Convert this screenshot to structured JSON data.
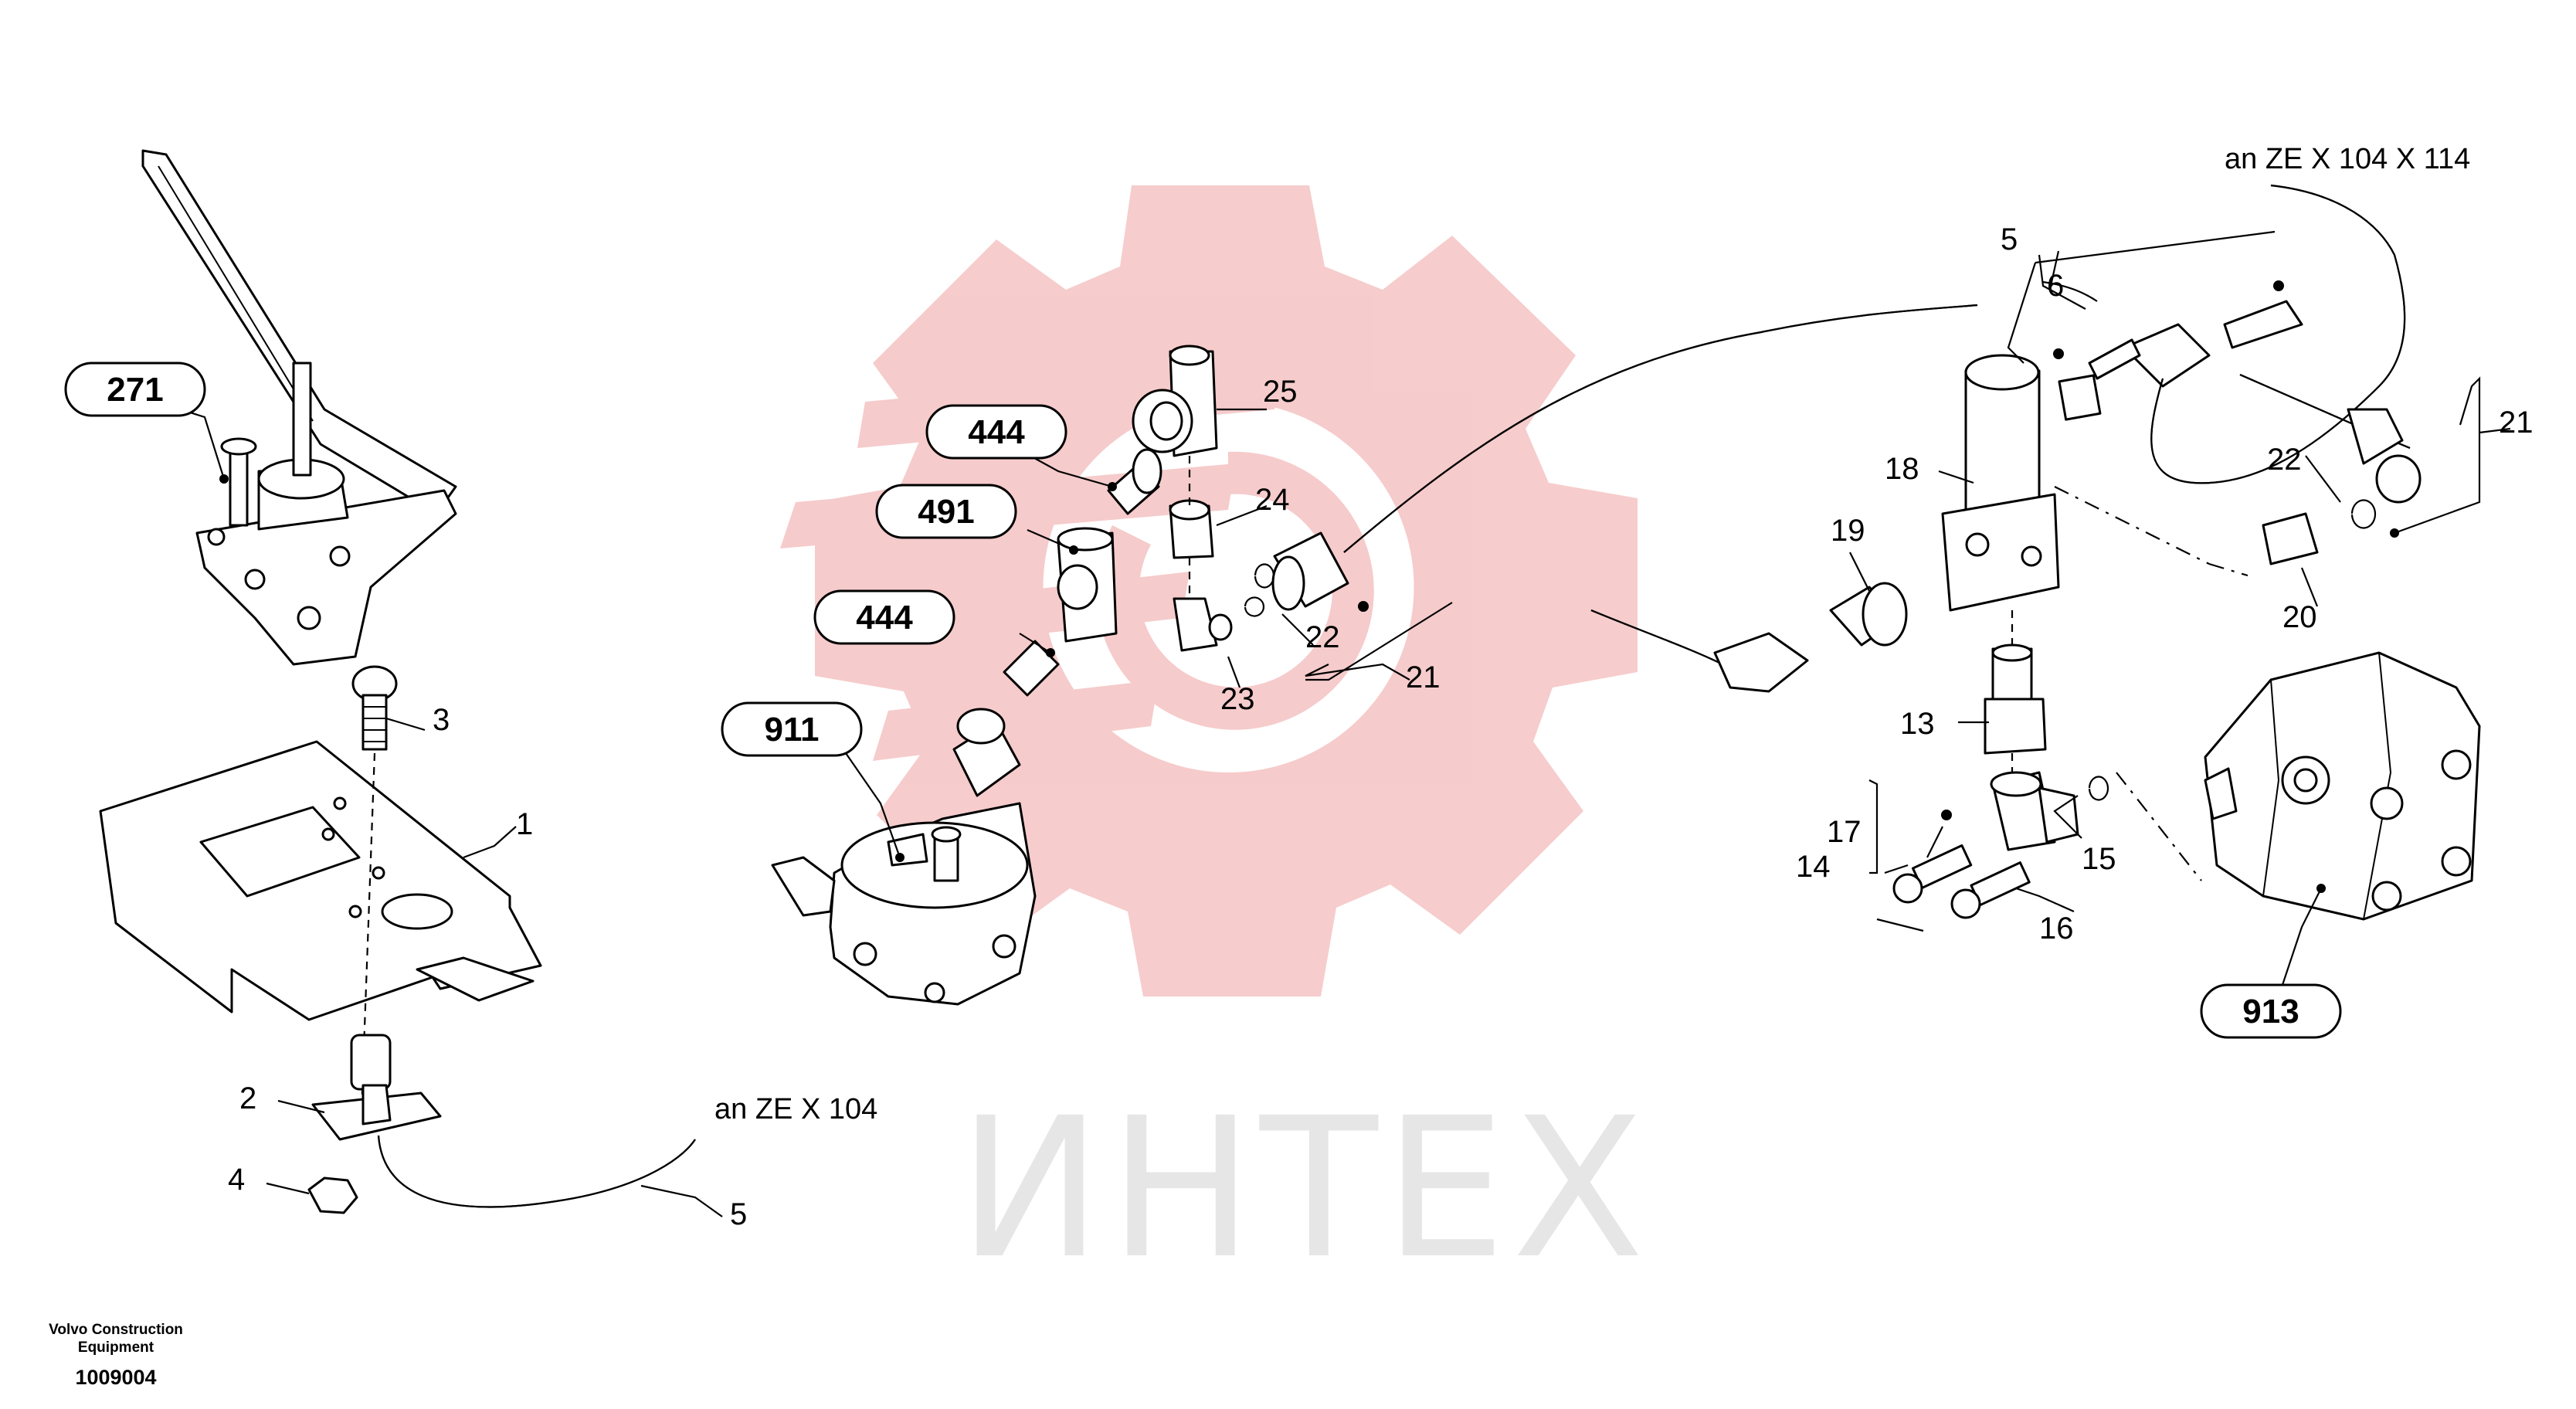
{
  "watermark": {
    "text": "ИНТЕХ",
    "gear_color": "#f6c9c9",
    "text_color": "#e6e6e6"
  },
  "callouts": [
    {
      "id": "c271",
      "label": "271"
    },
    {
      "id": "c444a",
      "label": "444"
    },
    {
      "id": "c491",
      "label": "491"
    },
    {
      "id": "c444b",
      "label": "444"
    },
    {
      "id": "c911",
      "label": "911"
    },
    {
      "id": "c913",
      "label": "913"
    }
  ],
  "labels": {
    "n1": "1",
    "n2": "2",
    "n3": "3",
    "n4": "4",
    "n5a": "5",
    "n5b": "5",
    "n6": "6",
    "n13": "13",
    "n14": "14",
    "n15": "15",
    "n16": "16",
    "n17": "17",
    "n18": "18",
    "n19": "19",
    "n20": "20",
    "n21a": "21",
    "n21b": "21",
    "n22a": "22",
    "n22b": "22",
    "n23": "23",
    "n24": "24",
    "n25": "25"
  },
  "notes": {
    "cable_left": "an  ZE  X 104",
    "cable_right": "an  ZE  X 104  X 114"
  },
  "footer": {
    "brand_line1": "Volvo Construction",
    "brand_line2": "Equipment",
    "drawing_no": "1009004"
  }
}
